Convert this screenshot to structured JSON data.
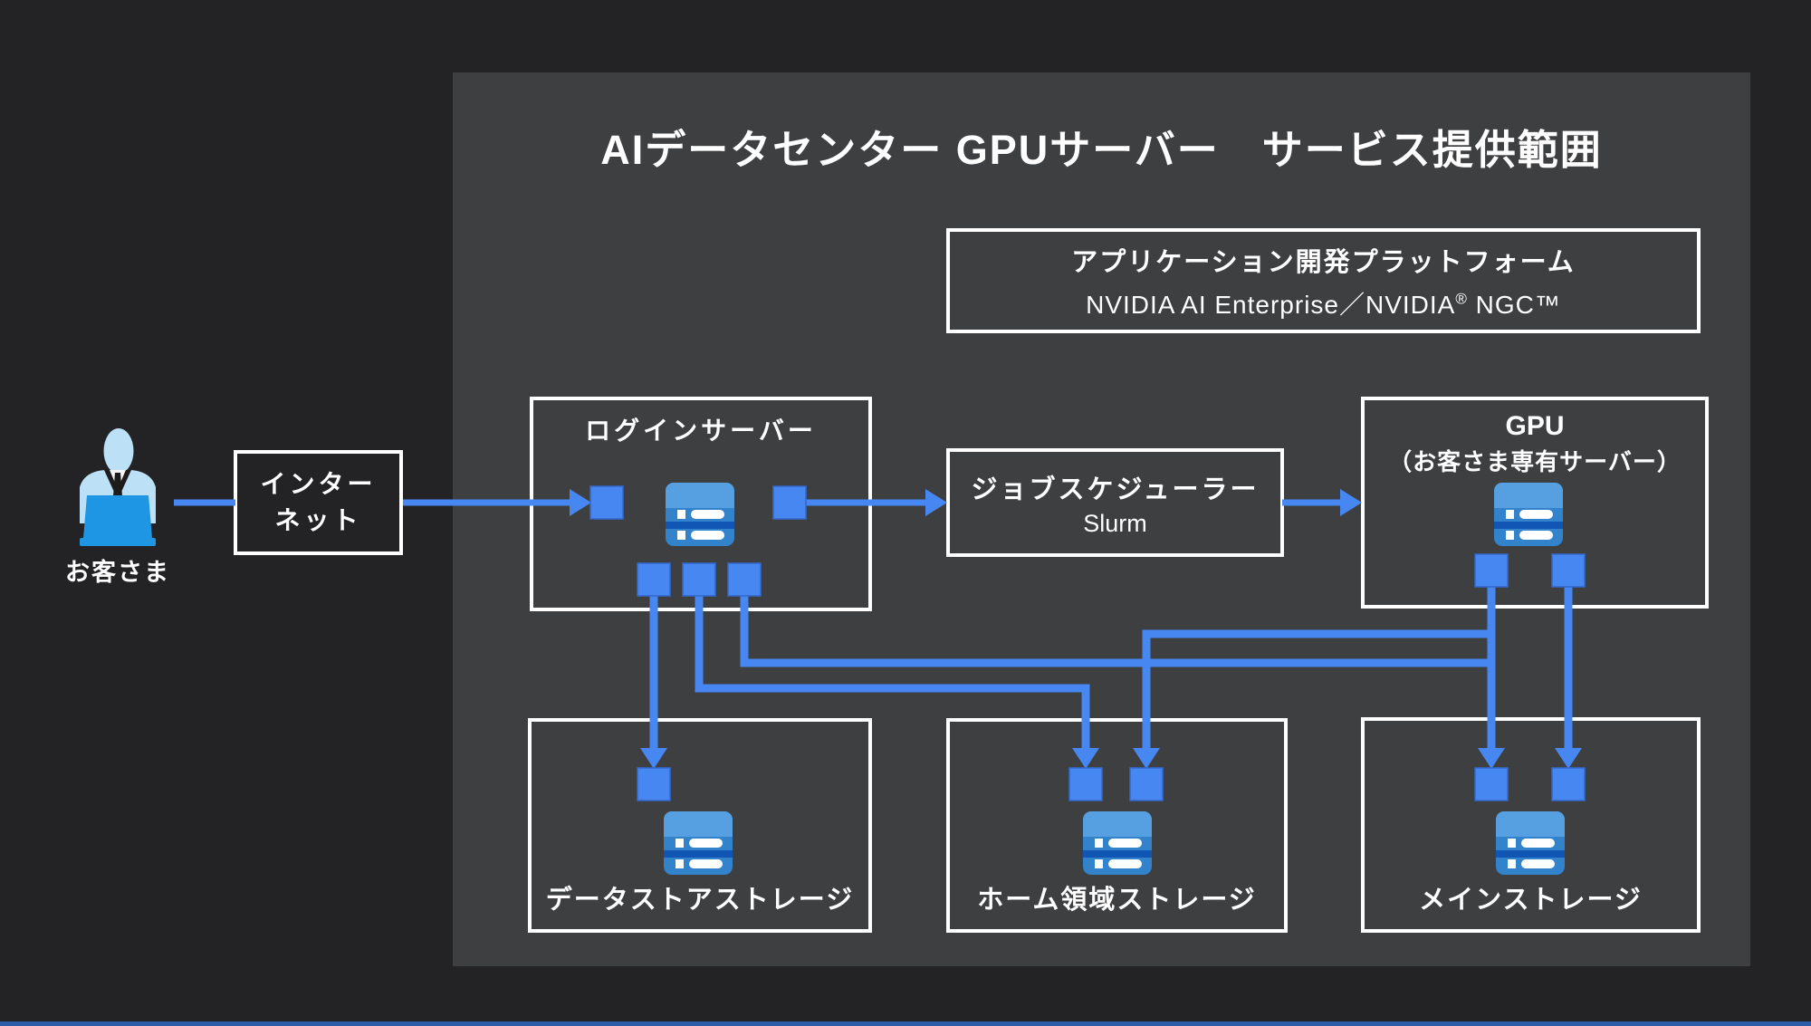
{
  "title": "AIデータセンター GPUサーバー　サービス提供範囲",
  "platform_box": {
    "line1": "アプリケーション開発プラットフォーム",
    "line2_a": "NVIDIA AI Enterprise／NVIDIA",
    "line2_sup": "®",
    "line2_b": " NGC™"
  },
  "login_server": {
    "label": "ログインサーバー"
  },
  "job_scheduler": {
    "line1": "ジョブスケジューラー",
    "line2": "Slurm"
  },
  "gpu": {
    "line1": "GPU",
    "line2": "（お客さま専有サーバー）"
  },
  "storage": {
    "datastore_label": "データストアストレージ",
    "home_label": "ホーム領域ストレージ",
    "main_label": "メインストレージ"
  },
  "internet": {
    "line1": "インター",
    "line2": "ネット"
  },
  "customer": {
    "label": "お客さま"
  },
  "icons": {
    "customer": "person-at-laptop-icon",
    "server": "server-stack-icon",
    "port": "connection-port-square",
    "arrow": "flow-arrow"
  },
  "colors": {
    "background": "#232325",
    "panel": "#3e3f41",
    "box_border": "#ffffff",
    "connector_blue": "#4787f2",
    "server_icon_body": "#3282cc",
    "server_icon_top": "#56a0e2",
    "server_icon_band": "#1156b4",
    "laptop_blue": "#1e96e4",
    "person_blue": "#bce0f6",
    "bottom_bar": "#2d5da8",
    "text": "#ffffff"
  },
  "connections": [
    {
      "from": "お客さま",
      "to": "インターネット"
    },
    {
      "from": "インターネット",
      "to": "ログインサーバー"
    },
    {
      "from": "ログインサーバー",
      "to": "ジョブスケジューラー Slurm"
    },
    {
      "from": "ジョブスケジューラー Slurm",
      "to": "GPU（お客さま専有サーバー）"
    },
    {
      "from": "ログインサーバー",
      "to": "データストアストレージ"
    },
    {
      "from": "ログインサーバー",
      "to": "ホーム領域ストレージ"
    },
    {
      "from": "ログインサーバー",
      "to": "メインストレージ"
    },
    {
      "from": "GPU（お客さま専有サーバー）",
      "to": "ホーム領域ストレージ"
    },
    {
      "from": "GPU（お客さま専有サーバー）",
      "to": "メインストレージ"
    }
  ]
}
